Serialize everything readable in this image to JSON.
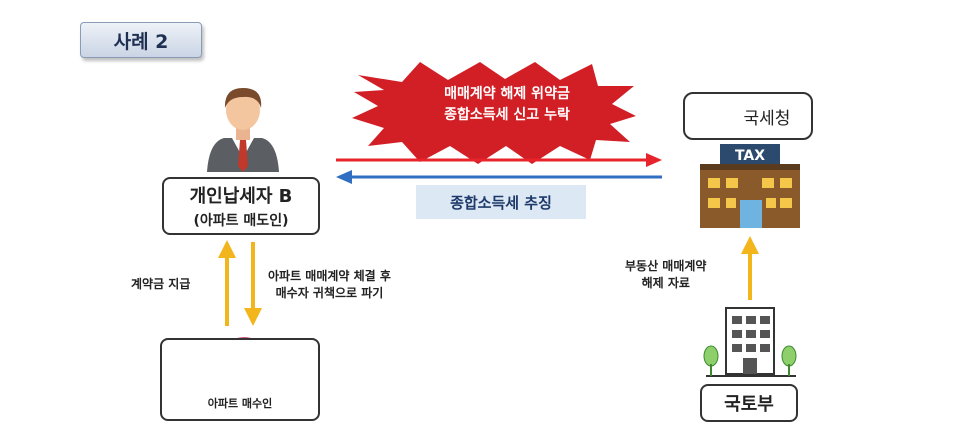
{
  "case_label": "사례 2",
  "taxpayer": {
    "title": "개인납세자 B",
    "subtitle": "(아파트 매도인)"
  },
  "buyer": {
    "label": "아파트 매수인"
  },
  "nts": {
    "label": "국세청"
  },
  "tax_building": {
    "sign": "TAX"
  },
  "molit": {
    "label": "국토부"
  },
  "omission_burst": {
    "line1": "매매계약 해제 위약금",
    "line2": "종합소득세 신고 누락"
  },
  "recovery_label": "종합소득세 추징",
  "deposit_label": "계약금 지급",
  "breach_label": {
    "line1": "아파트 매매계약 체결 후",
    "line2": "매수자 귀책으로 파기"
  },
  "data_label": {
    "line1": "부동산 매매계약",
    "line2": "해제 자료"
  },
  "colors": {
    "red_arrow": "#e8232b",
    "blue_arrow": "#2f6ec0",
    "yellow_arrow": "#f2b61c",
    "burst": "#d21f26"
  }
}
